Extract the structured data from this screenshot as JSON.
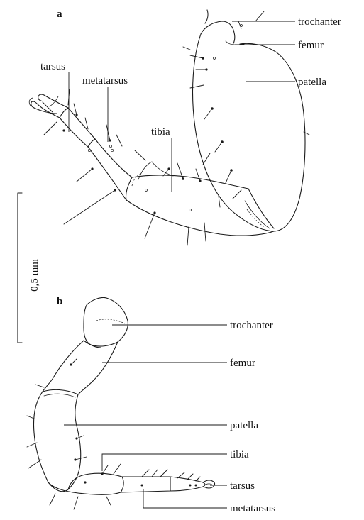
{
  "panels": [
    {
      "letter": "a",
      "labels": {
        "trochanter": "trochanter",
        "femur": "femur",
        "patella": "patella",
        "tarsus": "tarsus",
        "metatarsus": "metatarsus",
        "tibia": "tibia"
      }
    },
    {
      "letter": "b",
      "labels": {
        "trochanter": "trochanter",
        "femur": "femur",
        "patella": "patella",
        "tibia": "tibia",
        "tarsus": "tarsus",
        "metatarsus": "metatarsus"
      }
    }
  ],
  "scale_bar": {
    "label": "0,5 mm"
  }
}
